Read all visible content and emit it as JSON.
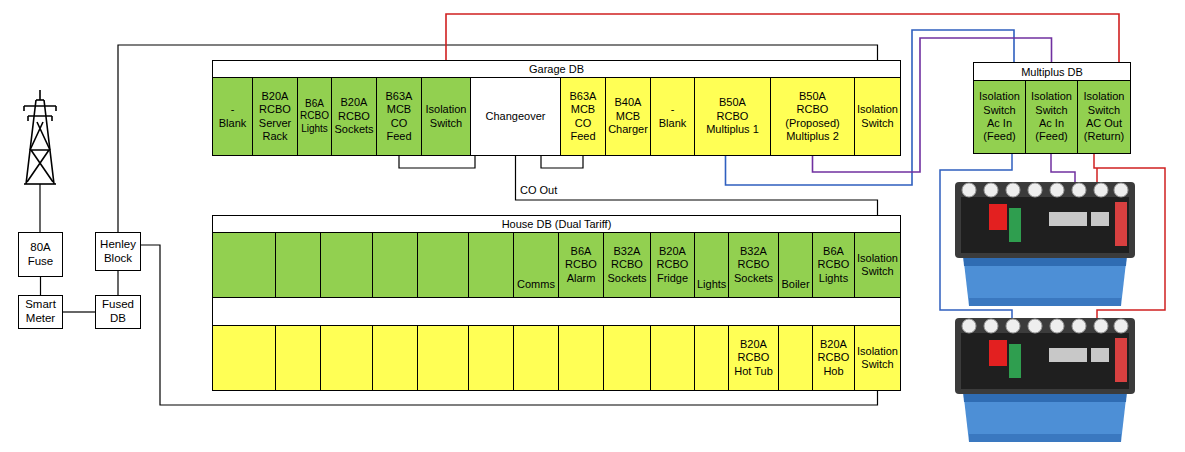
{
  "diagram": {
    "nodes": [
      {
        "text": [
          "Garage DB"
        ]
      },
      {
        "text": [
          "-",
          "Blank"
        ],
        "in": 0
      },
      {
        "text": [
          "B20A",
          "RCBO",
          "Server Rack"
        ],
        "in": 0
      },
      {
        "text": [
          "B6A",
          "RCBO",
          "Lights"
        ],
        "in": 0
      },
      {
        "text": [
          "B20A",
          "RCBO",
          "Sockets"
        ],
        "in": 0
      },
      {
        "text": [
          "B63A",
          "MCB",
          "CO Feed"
        ],
        "in": 0
      },
      {
        "text": [
          "Isolation Switch"
        ],
        "in": 0
      },
      {
        "text": [
          "Changeover"
        ],
        "in": 0
      },
      {
        "text": [
          "B63A",
          "MCB",
          "CO Feed"
        ],
        "in": 0
      },
      {
        "text": [
          "B40A",
          "MCB",
          "Charger"
        ],
        "in": 0
      },
      {
        "text": [
          "-",
          "Blank"
        ],
        "in": 0
      },
      {
        "text": [
          "B50A",
          "RCBO",
          "Multiplus 1"
        ],
        "in": 0
      },
      {
        "text": [
          "B50A",
          "RCBO",
          "(Proposed) Multiplus 2"
        ],
        "in": 0
      },
      {
        "text": [
          "Isolation Switch"
        ],
        "in": 0
      },
      {
        "text": [
          "Multiplus DB"
        ]
      },
      {
        "text": [
          "Isolation Switch",
          "Ac In (Feed)"
        ],
        "in": 14
      },
      {
        "text": [
          "Isolation Switch",
          "Ac In (Feed)"
        ],
        "in": 14
      },
      {
        "text": [
          "Isolation Switch",
          "AC Out (Return)"
        ],
        "in": 14
      },
      {
        "text": [
          "80A Fuse"
        ]
      },
      {
        "text": [
          "Henley Block"
        ]
      },
      {
        "text": [
          "Smart Meter"
        ]
      },
      {
        "text": [
          "Fused DB"
        ]
      },
      {
        "text": [
          "House DB (Dual Tariff)"
        ]
      },
      {
        "text": [
          "Comms"
        ],
        "in": 22
      },
      {
        "text": [
          "B6A",
          "RCBO",
          "Alarm"
        ],
        "in": 22
      },
      {
        "text": [
          "B32A",
          "RCBO",
          "Sockets"
        ],
        "in": 22
      },
      {
        "text": [
          "B20A",
          "RCBO",
          "Fridge"
        ],
        "in": 22
      },
      {
        "text": [
          "Lights"
        ],
        "in": 22
      },
      {
        "text": [
          "B32A",
          "RCBO",
          "Sockets"
        ],
        "in": 22
      },
      {
        "text": [
          "Boiler"
        ],
        "in": 22
      },
      {
        "text": [
          "B6A",
          "RCBO",
          "Lights"
        ],
        "in": 22
      },
      {
        "text": [
          "Isolation Switch"
        ],
        "in": 22
      },
      {
        "text": [
          "B20A",
          "RCBO",
          "Hot Tub"
        ],
        "in": 22
      },
      {
        "text": [
          "B20A",
          "RCBO",
          "Hob"
        ],
        "in": 22
      },
      {
        "text": [
          "Isolation Switch"
        ],
        "in": 22
      }
    ],
    "edges": [
      {
        "from": 18,
        "to": 20,
        "arrow": "none"
      },
      {
        "from": 20,
        "to": 21,
        "arrow": "none"
      },
      {
        "from": 21,
        "to": 19,
        "arrow": "none"
      },
      {
        "from": 19,
        "to": 13,
        "arrow": "none"
      },
      {
        "from": 19,
        "to": 34,
        "arrow": "none"
      },
      {
        "from": 5,
        "to": 7,
        "arrow": "none"
      },
      {
        "from": 7,
        "to": 8,
        "arrow": "none"
      },
      {
        "from": 7,
        "to": 31,
        "label": "CO Out",
        "arrow": "none"
      },
      {
        "from": 11,
        "to": 15,
        "arrow": "none"
      },
      {
        "from": 12,
        "to": 16,
        "arrow": "none"
      },
      {
        "from": 6,
        "to": 17,
        "arrow": "none"
      }
    ]
  }
}
